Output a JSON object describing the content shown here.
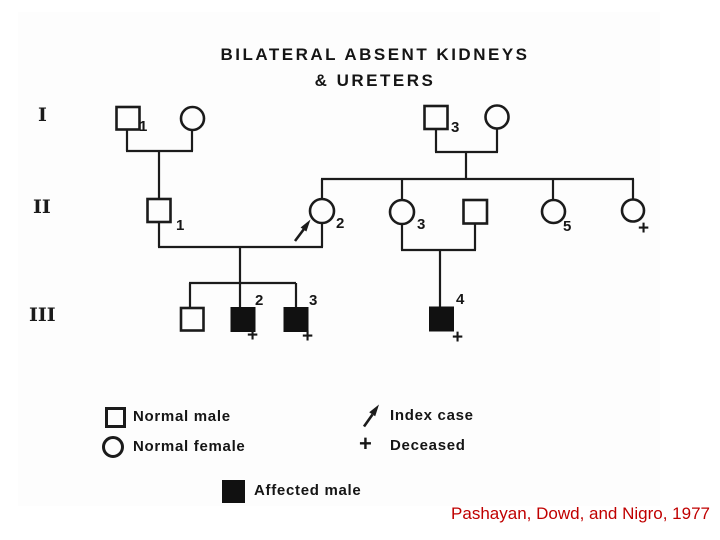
{
  "title": {
    "line1": "BILATERAL ABSENT KIDNEYS",
    "line2": "& URETERS"
  },
  "generation_labels": {
    "I": "I",
    "II": "II",
    "III": "III"
  },
  "person_labels": {
    "I_1": "1",
    "I_3": "3",
    "II_1": "1",
    "II_2": "2",
    "II_3": "3",
    "II_5": "5",
    "III_2": "2",
    "III_3": "3",
    "III_4": "4"
  },
  "marks": {
    "deceased": "+"
  },
  "legend": {
    "normal_male": "Normal male",
    "normal_female": "Normal female",
    "index_case": "Index case",
    "deceased": "Deceased",
    "deceased_symbol": "+",
    "affected_male": "Affected male"
  },
  "attribution": "Pashayan, Dowd, and Nigro, 1977",
  "colors": {
    "ink": "#1b1b1b",
    "attribution_red": "#c00000"
  }
}
